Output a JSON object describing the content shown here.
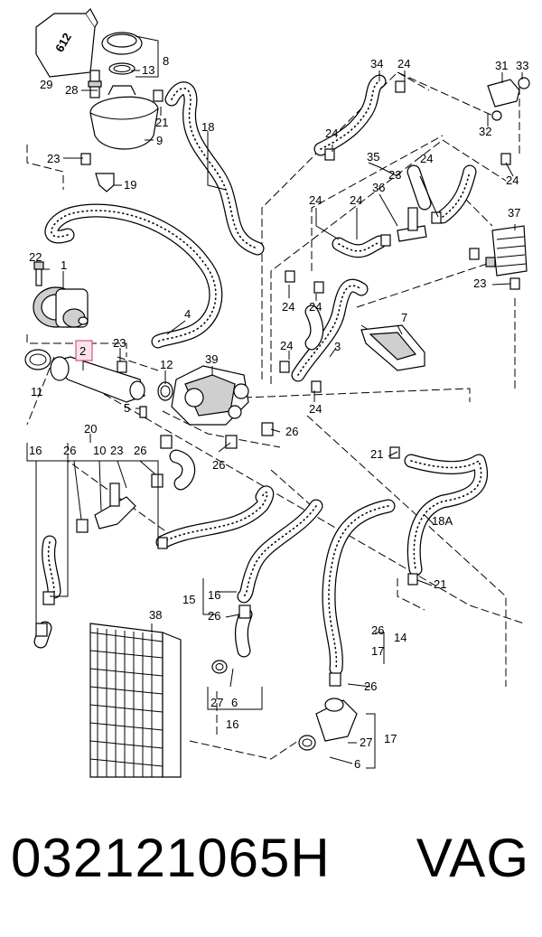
{
  "diagram": {
    "callouts": {
      "c29": "29",
      "c612": "612",
      "c8": "8",
      "c13": "13",
      "c28": "28",
      "c21a": "21",
      "c9": "9",
      "c18": "18",
      "c23a": "23",
      "c19": "19",
      "c34": "34",
      "c24a": "24",
      "c31": "31",
      "c33": "33",
      "c32": "32",
      "c24b": "24",
      "c35": "35",
      "c23b": "23",
      "c24c": "24",
      "c24d": "24",
      "c36": "36",
      "c24e": "24",
      "c24f": "24",
      "c37": "37",
      "c22": "22",
      "c1": "1",
      "c24g": "24",
      "c24h": "24",
      "c23c": "23",
      "c4": "4",
      "c2": "2",
      "c23d": "23",
      "c7": "7",
      "c11": "11",
      "c12": "12",
      "c39": "39",
      "c24i": "24",
      "c3": "3",
      "c5": "5",
      "c24j": "24",
      "c20": "20",
      "c26a": "26",
      "c16a": "16",
      "c26b": "26",
      "c10": "10",
      "c23e": "23",
      "c26c": "26",
      "c26d": "26",
      "c21b": "21",
      "c18A": "18A",
      "c21c": "21",
      "c15": "15",
      "c16b": "16",
      "c26e": "26",
      "c38": "38",
      "c26f": "26",
      "c14": "14",
      "c17a": "17",
      "c26g": "26",
      "c27a": "27",
      "c6a": "6",
      "c16c": "16",
      "c27b": "27",
      "c17b": "17",
      "c6b": "6"
    }
  },
  "footer": {
    "part_number": "032121065H",
    "brand": "VAG"
  }
}
